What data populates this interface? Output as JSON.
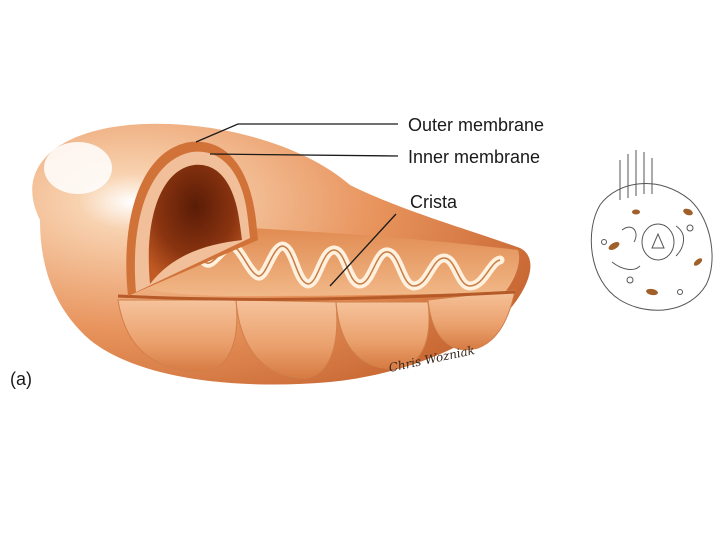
{
  "labels": {
    "outer_membrane": "Outer membrane",
    "inner_membrane": "Inner membrane",
    "crista": "Crista"
  },
  "panel_letter": "(a)",
  "signature": "Chris Wozniak",
  "colors": {
    "outer_light": "#f8d2b0",
    "outer_mid": "#e8935c",
    "outer_dark": "#c4622e",
    "cavity": "#8a3410",
    "cavity_deep": "#5a1c06",
    "crista_fill": "#f3c8a4",
    "leader_line": "#1a1a1a",
    "cell_outline": "#555555",
    "organelle_brown": "#a0602a"
  }
}
